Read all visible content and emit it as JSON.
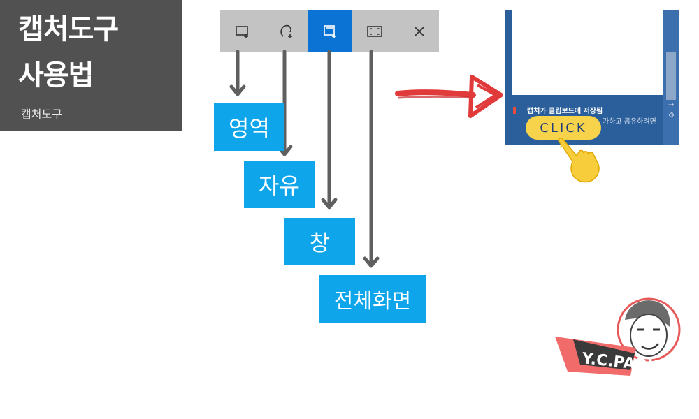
{
  "title_card": {
    "line1": "캡처도구",
    "line2": "사용법",
    "subtitle": "캡처도구"
  },
  "toolbar": {
    "buttons": [
      {
        "icon": "rectangular-snip-icon",
        "active": false
      },
      {
        "icon": "freeform-snip-icon",
        "active": false
      },
      {
        "icon": "window-snip-icon",
        "active": true
      },
      {
        "icon": "fullscreen-snip-icon",
        "active": false
      }
    ],
    "close_icon": "close-icon"
  },
  "modes": {
    "region": "영역",
    "freeform": "자유",
    "window": "창",
    "fullscreen": "전체화면"
  },
  "notification": {
    "title": "캡처가 클립보드에 저장됨",
    "subtitle": "가하고 공유하려면",
    "click_label": "CLICK"
  },
  "logo": {
    "text": "Y.C.PARK"
  },
  "colors": {
    "title_bg": "#515151",
    "label_blue": "#0ea5ea",
    "toolbar_gray": "#c3c3c3",
    "toolbar_active": "#0a73d3",
    "arrow_gray": "#5f5f5f",
    "red_arrow": "#e03a3a",
    "notify_bg": "#2b5f9c",
    "click_yellow": "#f6d34a"
  }
}
